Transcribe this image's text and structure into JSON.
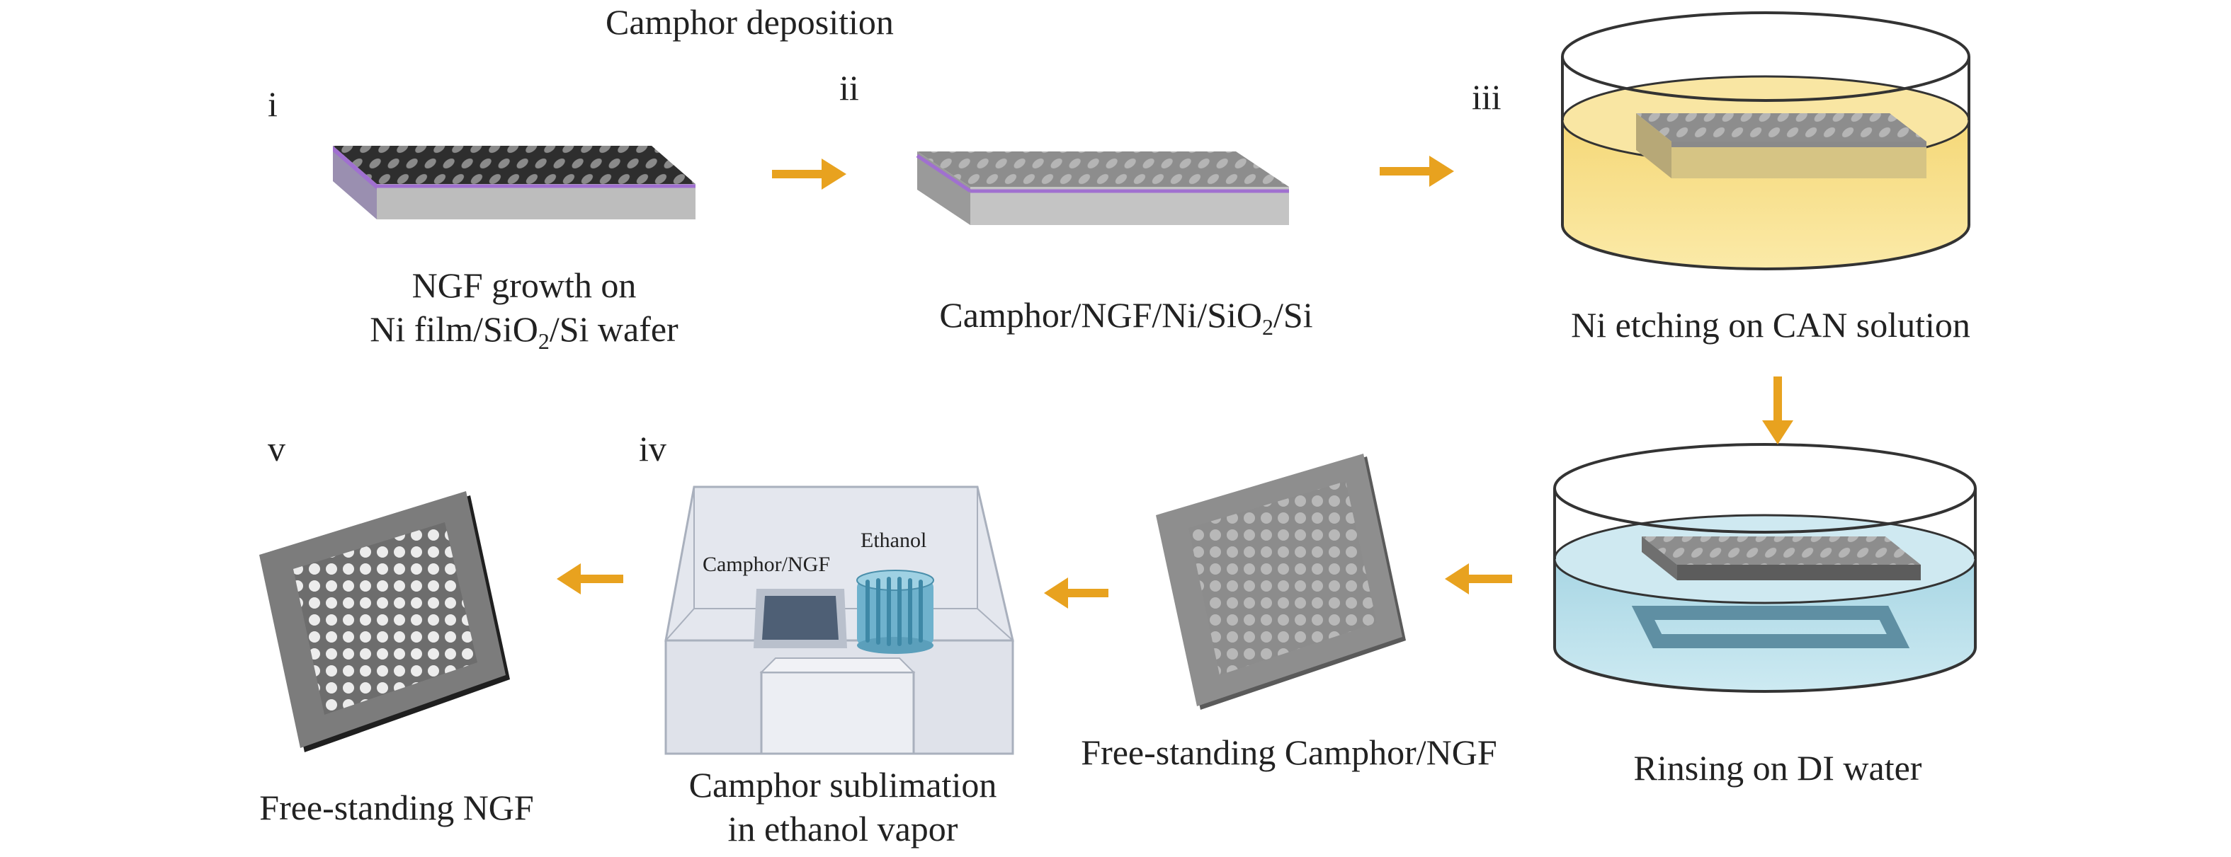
{
  "header": {
    "camphor_deposition": "Camphor deposition"
  },
  "steps": {
    "i": {
      "roman": "i",
      "caption_line1": "NGF growth on",
      "caption_line2_pre": "Ni film/SiO",
      "caption_line2_sub": "2",
      "caption_line2_post": "/Si wafer"
    },
    "ii": {
      "roman": "ii",
      "caption_pre": "Camphor/NGF/Ni/SiO",
      "caption_sub": "2",
      "caption_post": "/Si"
    },
    "iii": {
      "roman": "iii",
      "caption": "Ni etching on CAN solution"
    },
    "rinse": {
      "caption": "Rinsing on DI water"
    },
    "free_camphor": {
      "caption": "Free-standing Camphor/NGF"
    },
    "iv": {
      "roman": "iv",
      "caption_line1": "Camphor sublimation",
      "caption_line2": "in ethanol vapor",
      "inner_label_camphor": "Camphor/NGF",
      "inner_label_ethanol": "Ethanol"
    },
    "v": {
      "roman": "v",
      "caption": "Free-standing NGF"
    }
  },
  "colors": {
    "arrow": "#e8a21f",
    "solution_yellow": "#f7e08c",
    "water_blue": "#b9dfe9",
    "ngf_dark": "#3a3a3a",
    "ngf_grey": "#8c8c8c"
  }
}
